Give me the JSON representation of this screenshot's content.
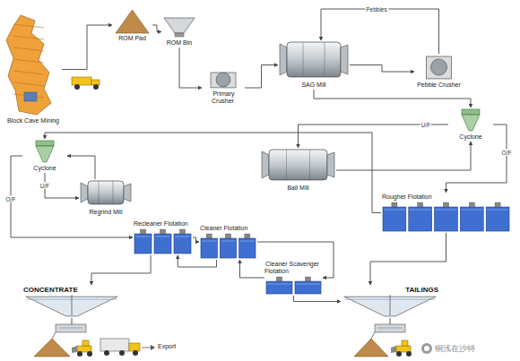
{
  "diagram": {
    "nodes": [
      {
        "text": [
          "Block Cave Mining"
        ]
      },
      {
        "text": [
          "ROM Pad"
        ]
      },
      {
        "text": [
          "ROM Bin"
        ]
      },
      {
        "text": [
          "Primary Crusher"
        ]
      },
      {
        "text": [
          "SAG Mill"
        ]
      },
      {
        "text": [
          "Pebble Crusher"
        ]
      },
      {
        "text": [
          "Ball Mill"
        ]
      },
      {
        "text": [
          "Cyclone"
        ]
      },
      {
        "text": [
          "Rougher Flotation"
        ]
      },
      {
        "text": [
          "Cyclone"
        ]
      },
      {
        "text": [
          "Regrind Mill"
        ]
      },
      {
        "text": [
          "Recleaner Flotation"
        ]
      },
      {
        "text": [
          "Cleaner Flotation"
        ]
      },
      {
        "text": [
          "Cleaner Scavenger Flotation"
        ]
      },
      {
        "text": [
          "CONCENTRATE"
        ]
      },
      {
        "text": [
          "TAILINGS"
        ]
      }
    ],
    "edges": [
      {
        "from": 0,
        "to": 1,
        "arrow": "to"
      },
      {
        "from": 1,
        "to": 2,
        "arrow": "to"
      },
      {
        "from": 2,
        "to": 3,
        "arrow": "to"
      },
      {
        "from": 3,
        "to": 4,
        "arrow": "to"
      },
      {
        "from": 4,
        "to": 5,
        "arrow": "to"
      },
      {
        "from": 5,
        "to": 4,
        "label": "Pebbles",
        "arrow": "to"
      },
      {
        "from": 4,
        "to": 7,
        "arrow": "to"
      },
      {
        "from": 6,
        "to": 7,
        "arrow": "to"
      },
      {
        "from": 7,
        "to": 6,
        "label": "U/F",
        "arrow": "to"
      },
      {
        "from": 7,
        "to": 8,
        "label": "O/F",
        "arrow": "to"
      },
      {
        "from": 8,
        "to": 15,
        "arrow": "to"
      },
      {
        "from": 8,
        "to": 9,
        "arrow": "to"
      },
      {
        "from": 9,
        "to": 10,
        "label": "U/F",
        "arrow": "to"
      },
      {
        "from": 10,
        "to": 9,
        "arrow": "to"
      },
      {
        "from": 9,
        "to": 11,
        "label": "O/F",
        "arrow": "to"
      },
      {
        "from": 11,
        "to": 14,
        "arrow": "to"
      },
      {
        "from": 11,
        "to": 12,
        "arrow": "to"
      },
      {
        "from": 12,
        "to": 11,
        "arrow": "to"
      },
      {
        "from": 12,
        "to": 13,
        "arrow": "to"
      },
      {
        "from": 13,
        "to": 12,
        "arrow": "to"
      },
      {
        "from": 13,
        "to": 15,
        "arrow": "to"
      }
    ],
    "labels": [
      "Export",
      "铜浅在沙特"
    ]
  }
}
